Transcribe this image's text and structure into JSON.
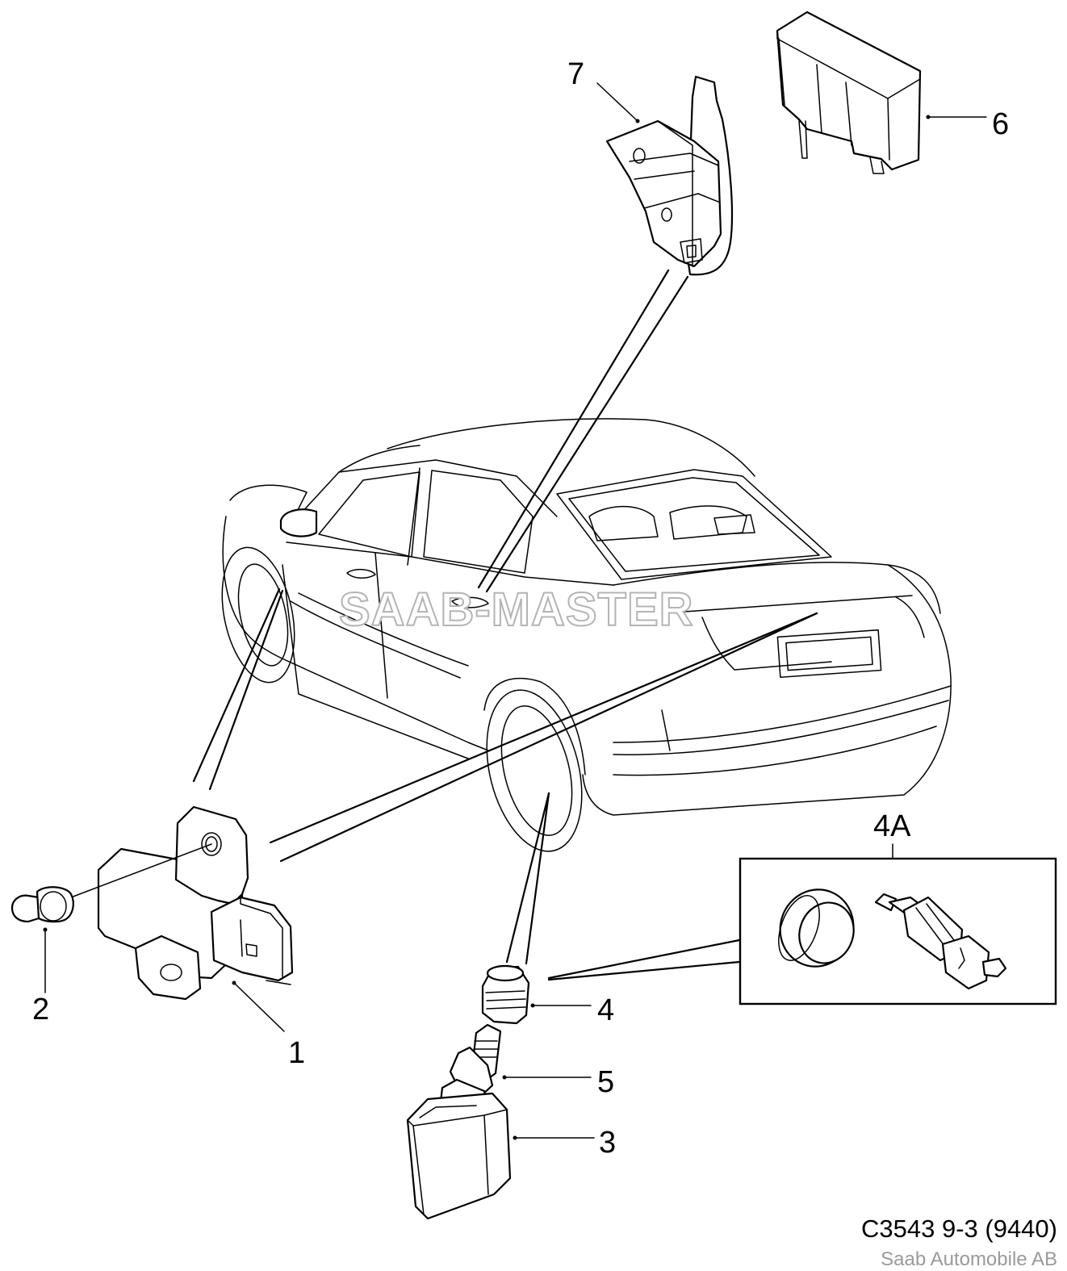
{
  "diagram": {
    "labels": {
      "part1": "1",
      "part2": "2",
      "part3": "3",
      "part4": "4",
      "part4A": "4A",
      "part5": "5",
      "part6": "6",
      "part7": "7"
    },
    "watermark": "SAAB-MASTER",
    "reference": "C3543 9-3 (9440)",
    "copyright": "Saab Automobile AB"
  }
}
